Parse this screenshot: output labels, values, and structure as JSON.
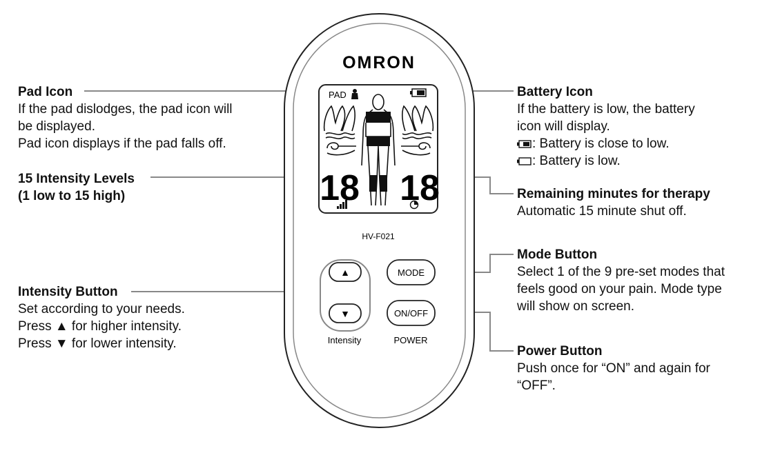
{
  "device": {
    "brand": "OMRON",
    "model": "HV-F021",
    "lcd": {
      "pad_label": "PAD",
      "left_digits": "18",
      "right_digits": "18"
    },
    "buttons": {
      "up_glyph": "▲",
      "down_glyph": "▼",
      "mode": "MODE",
      "on_off": "ON/OFF",
      "intensity_caption": "Intensity",
      "power_caption": "POWER"
    }
  },
  "annotations": {
    "pad_icon": {
      "title": "Pad Icon",
      "lines": [
        "If the pad dislodges, the pad icon will",
        "be displayed.",
        "Pad icon displays if the pad falls off."
      ]
    },
    "intensity_levels": {
      "title_lines": [
        "15 Intensity Levels",
        "(1 low to 15 high)"
      ]
    },
    "intensity_button": {
      "title": "Intensity Button",
      "lines": [
        "Set according to your needs.",
        "Press ▲ for higher intensity.",
        "Press ▼ for lower intensity."
      ]
    },
    "battery_icon": {
      "title": "Battery Icon",
      "lines": [
        "If the battery is low, the battery",
        "icon will display."
      ],
      "legend": [
        ": Battery is close to low.",
        ": Battery is low."
      ]
    },
    "remaining_minutes": {
      "title": "Remaining minutes for therapy",
      "lines": [
        "Automatic 15 minute shut off."
      ]
    },
    "mode_button": {
      "title": "Mode Button",
      "lines": [
        "Select 1 of the 9 pre-set modes that",
        "feels good on your pain. Mode type",
        "will show on screen."
      ]
    },
    "power_button": {
      "title": "Power Button",
      "lines": [
        "Push once for “ON” and again for",
        "“OFF”."
      ]
    }
  },
  "colors": {
    "leader_line": "#888888",
    "outline": "#222222"
  }
}
